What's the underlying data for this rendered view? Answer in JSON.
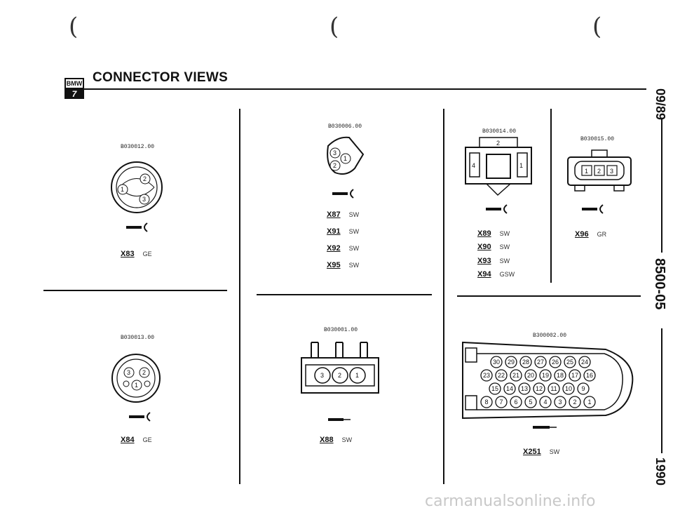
{
  "header": {
    "logo_top": "BMW",
    "logo_bottom": "7",
    "title": "CONNECTOR VIEWS"
  },
  "side_text": {
    "top": "09/89",
    "middle": "8500-05",
    "bottom": "1990"
  },
  "watermark": "carmanualsonline.info",
  "connectors": {
    "b030012": {
      "part": "B030012.00",
      "pins": [
        {
          "id": "X83",
          "color": "GE"
        }
      ]
    },
    "b030013": {
      "part": "B030013.00",
      "pins": [
        {
          "id": "X84",
          "color": "GE"
        }
      ]
    },
    "b030006": {
      "part": "B030006.00",
      "pins": [
        {
          "id": "X87",
          "color": "SW"
        },
        {
          "id": "X91",
          "color": "SW"
        },
        {
          "id": "X92",
          "color": "SW"
        },
        {
          "id": "X95",
          "color": "SW"
        }
      ]
    },
    "b030001": {
      "part": "B030001.00",
      "pins": [
        {
          "id": "X88",
          "color": "SW"
        }
      ]
    },
    "b030014": {
      "part": "B030014.00",
      "pins": [
        {
          "id": "X89",
          "color": "SW"
        },
        {
          "id": "X90",
          "color": "SW"
        },
        {
          "id": "X93",
          "color": "SW"
        },
        {
          "id": "X94",
          "color": "GSW"
        }
      ]
    },
    "b030015": {
      "part": "B030015.00",
      "pins": [
        {
          "id": "X96",
          "color": "GR"
        }
      ]
    },
    "b300002": {
      "part": "B300002.00",
      "pins": [
        {
          "id": "X251",
          "color": "SW"
        }
      ]
    }
  }
}
